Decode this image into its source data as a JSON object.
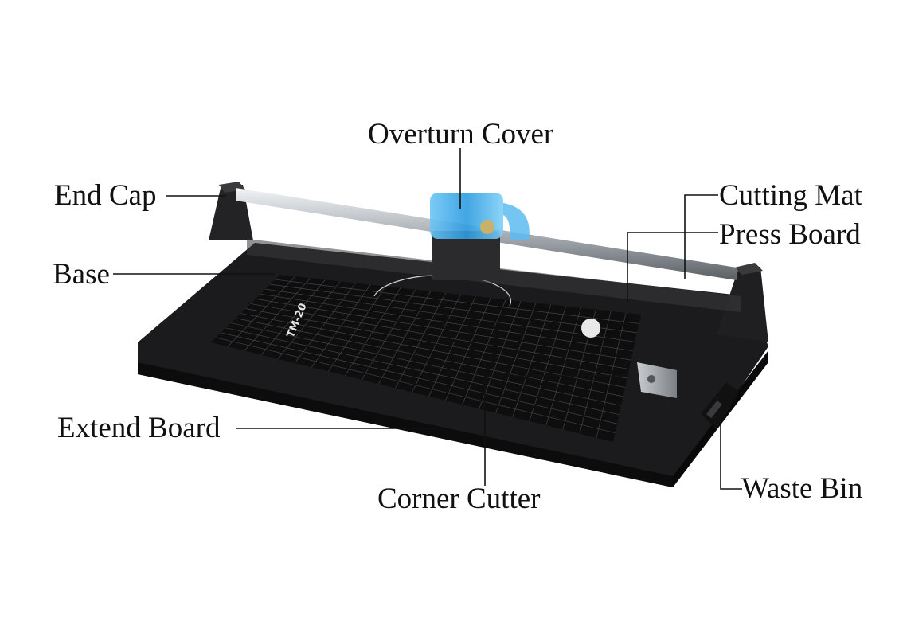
{
  "colors": {
    "body": "#1e1e20",
    "mat": "#0f0f10",
    "cover": "#3aa7e6",
    "rail": "#9aa0a6",
    "leader": "#111111"
  },
  "product_marking": "TM-20",
  "labels": {
    "overturn_cover": "Overturn Cover",
    "end_cap": "End Cap",
    "cutting_mat": "Cutting Mat",
    "press_board": "Press Board",
    "base": "Base",
    "extend_board": "Extend Board",
    "corner_cutter": "Corner Cutter",
    "waste_bin": "Waste Bin"
  }
}
